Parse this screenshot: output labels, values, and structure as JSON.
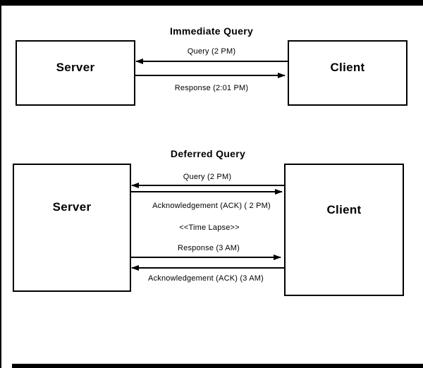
{
  "diagram": {
    "background_color": "#ffffff",
    "line_color": "#000000",
    "sections": [
      {
        "title": "Immediate Query",
        "server_label": "Server",
        "client_label": "Client",
        "messages": [
          {
            "label": "Query (2 PM)",
            "direction": "left"
          },
          {
            "label": "Response (2:01 PM)",
            "direction": "right"
          }
        ]
      },
      {
        "title": "Deferred Query",
        "server_label": "Server",
        "client_label": "Client",
        "messages": [
          {
            "label": "Query (2 PM)",
            "direction": "left"
          },
          {
            "label": "Acknowledgement (ACK) ( 2 PM)",
            "direction": "right"
          },
          {
            "label": "<<Time Lapse>>",
            "direction": "none"
          },
          {
            "label": "Response (3 AM)",
            "direction": "right"
          },
          {
            "label": "Acknowledgement (ACK) (3 AM)",
            "direction": "left"
          }
        ]
      }
    ]
  }
}
